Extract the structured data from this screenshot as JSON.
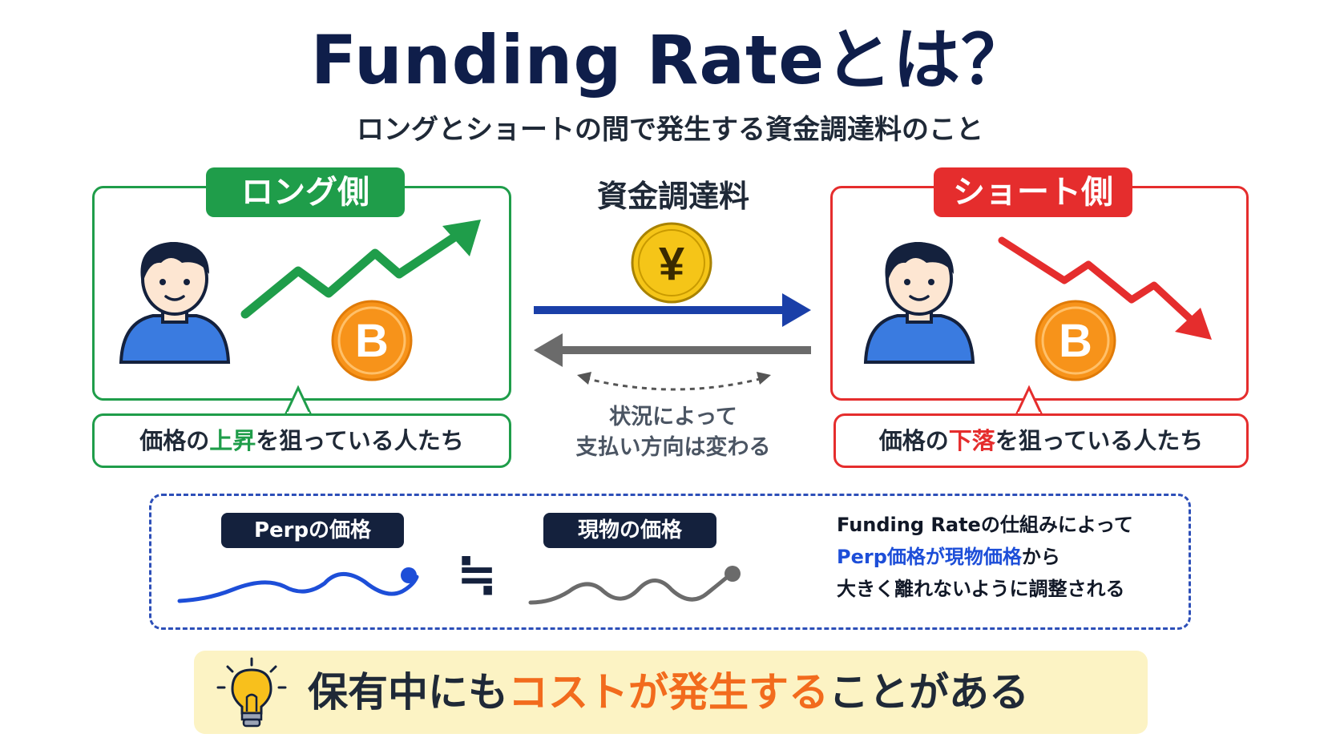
{
  "title": "Funding Rateとは？",
  "subtitle": "ロングとショートの間で発生する資金調達料のこと",
  "long": {
    "label": "ロング側",
    "desc_pre": "価格の",
    "desc_hl": "上昇",
    "desc_post": "を狙っている人たち",
    "color": "#1f9d4a"
  },
  "short": {
    "label": "ショート側",
    "desc_pre": "価格の",
    "desc_hl": "下落",
    "desc_post": "を狙っている人たち",
    "color": "#e52d2d"
  },
  "center": {
    "label": "資金調達料",
    "coin_symbol": "¥",
    "note_line1": "状況によって",
    "note_line2": "支払い方向は変わる"
  },
  "coin_symbol_btc": "B",
  "perp": {
    "label": "Perpの価格",
    "spot_label": "現物の価格",
    "approx": "≒",
    "explain_line1": "Funding Rateの仕組みによって",
    "explain_line2_a": "Perp価格が現物価格",
    "explain_line2_b": "から",
    "explain_line3": "大きく離れないように調整される"
  },
  "bottom": {
    "pre": "保有中にも",
    "hl": "コストが発生する",
    "post": "ことがある"
  },
  "colors": {
    "navy": "#0f1e4a",
    "blue_arrow": "#1a3fa8",
    "gray_arrow": "#6b6b6b",
    "orange": "#f26b1d"
  }
}
